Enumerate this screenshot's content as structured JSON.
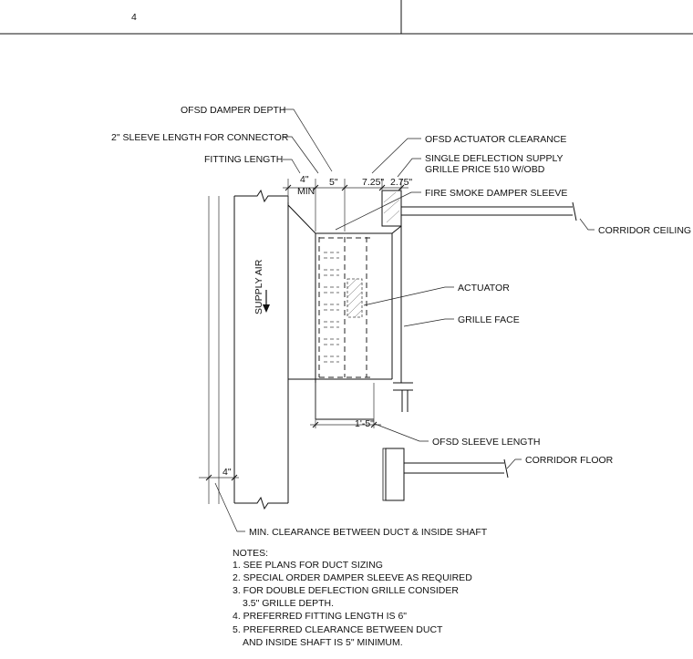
{
  "title_block": {
    "sheet_number": "4"
  },
  "callouts": {
    "ofsd_damper_depth": "OFSD DAMPER DEPTH",
    "sleeve_length_connector": "2\" SLEEVE LENGTH FOR CONNECTOR",
    "fitting_length": "FITTING LENGTH",
    "ofsd_actuator_clearance": "OFSD ACTUATOR CLEARANCE",
    "grille_line1": "SINGLE DEFLECTION SUPPLY",
    "grille_line2": "GRILLE PRICE 510 W/OBD",
    "fire_smoke_damper_sleeve": "FIRE SMOKE DAMPER SLEEVE",
    "corridor_ceiling": "CORRIDOR CEILING",
    "actuator": "ACTUATOR",
    "grille_face": "GRILLE FACE",
    "supply_air": "SUPPLY AIR",
    "ofsd_sleeve_length": "OFSD  SLEEVE LENGTH",
    "corridor_floor": "CORRIDOR FLOOR",
    "min_clearance": "MIN. CLEARANCE BETWEEN DUCT & INSIDE SHAFT"
  },
  "dimensions": {
    "fitting_4": "4\"",
    "fitting_min": "MIN",
    "damper_5": "5\"",
    "actuator_725": "7.25\"",
    "grille_275": "2.75\"",
    "sleeve_total": "1'-5\"",
    "clearance_4": "4\""
  },
  "notes": {
    "heading": "NOTES:",
    "items": [
      "1. SEE PLANS FOR DUCT SIZING",
      "2. SPECIAL ORDER DAMPER SLEEVE AS REQUIRED",
      "3. FOR DOUBLE DEFLECTION GRILLE CONSIDER",
      "3.5\" GRILLE DEPTH.",
      "4. PREFERRED FITTING LENGTH IS 6\"",
      "5. PREFERRED CLEARANCE BETWEEN DUCT",
      "AND INSIDE SHAFT IS 5\" MINIMUM."
    ]
  }
}
